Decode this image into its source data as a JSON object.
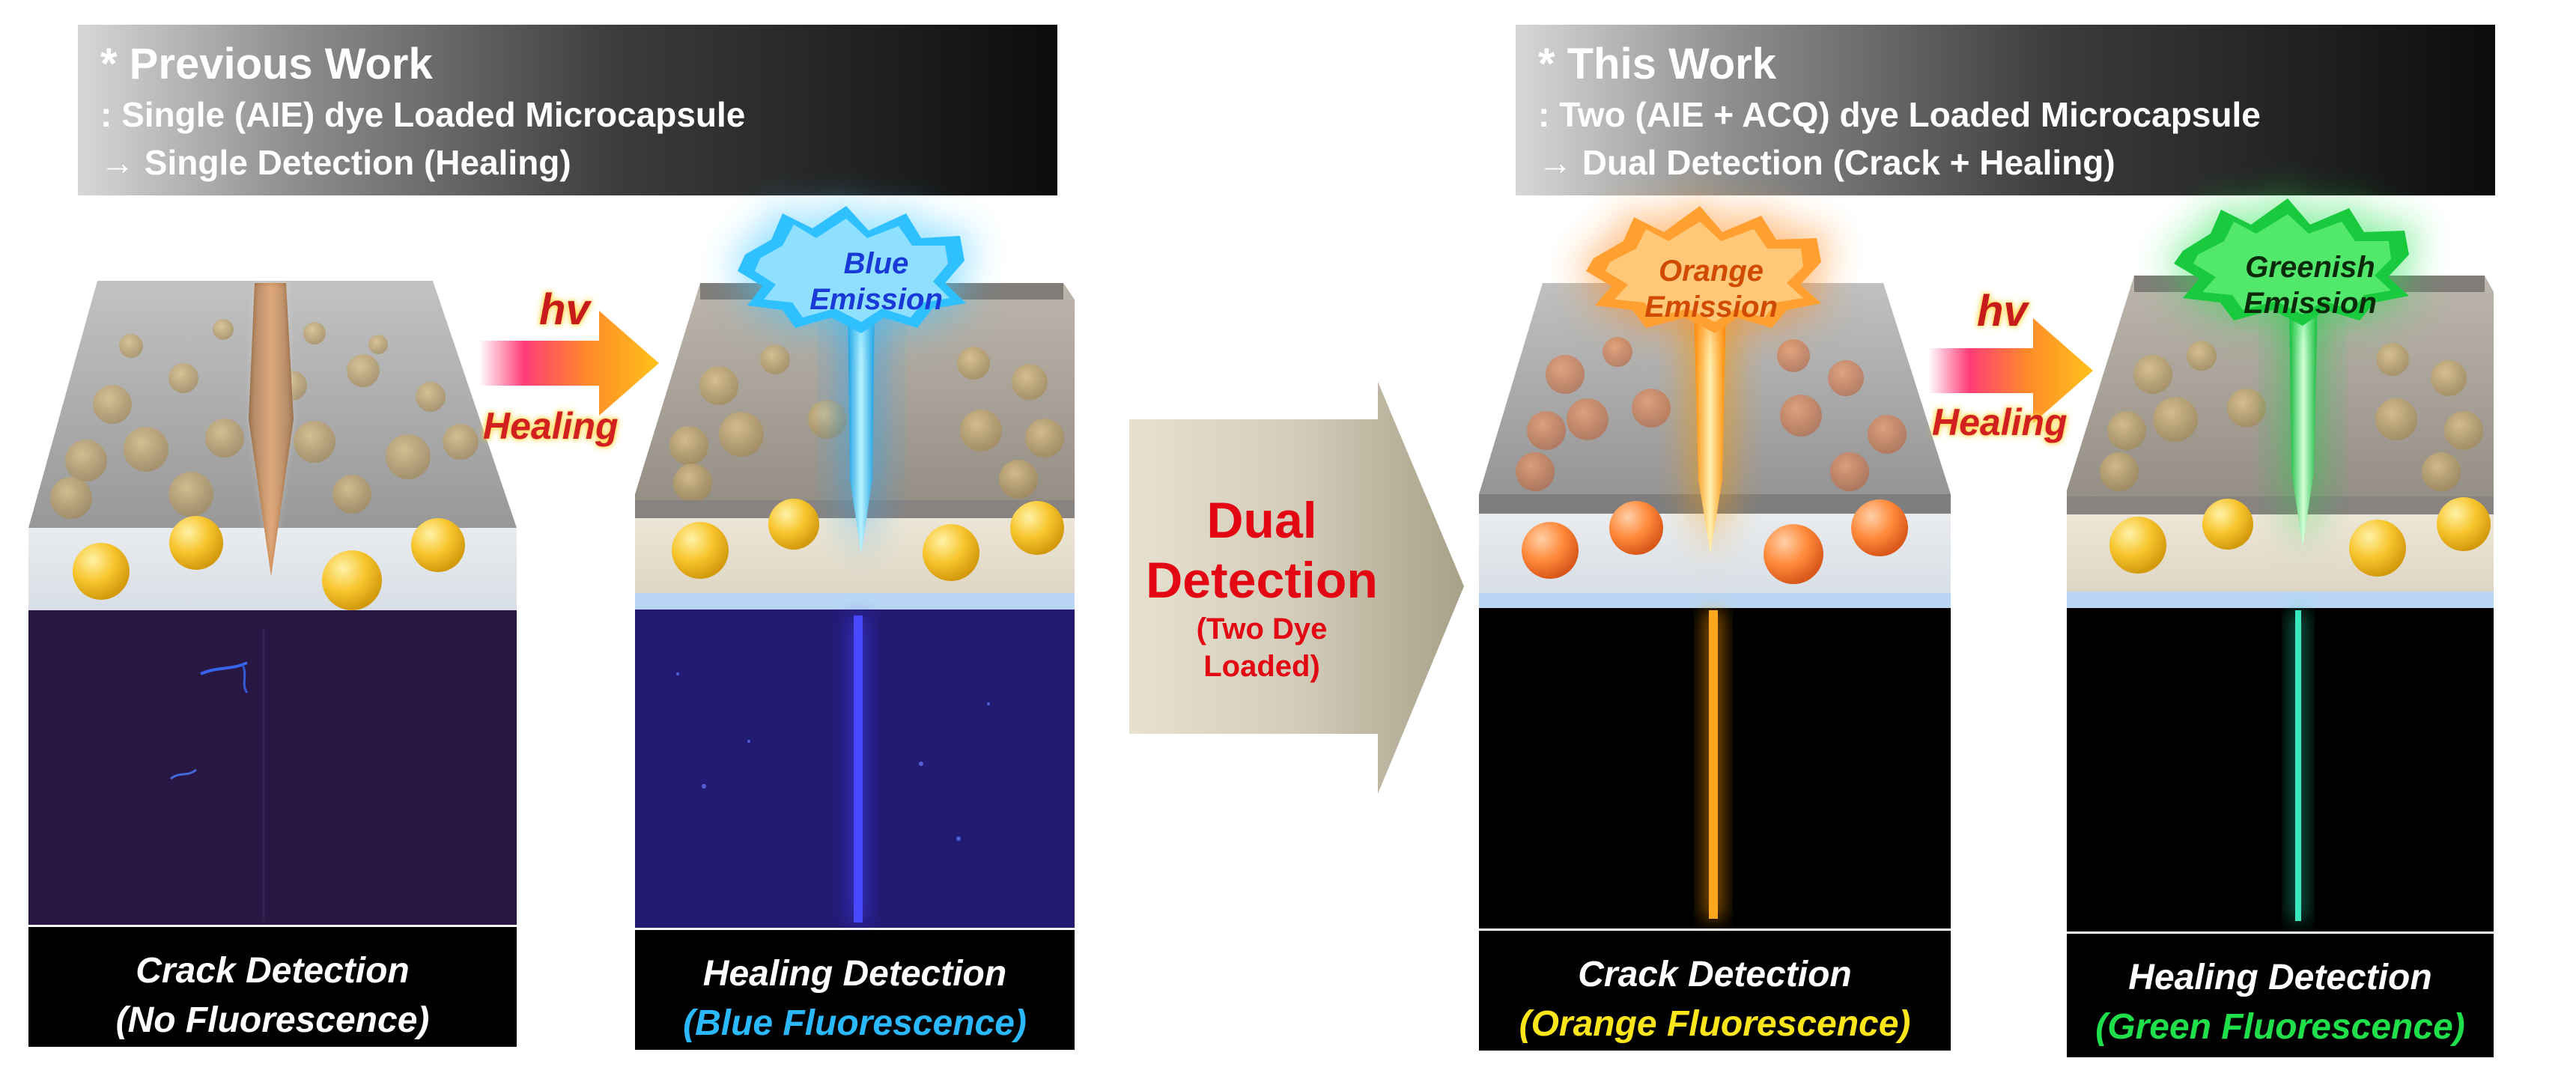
{
  "previous": {
    "title": "* Previous Work",
    "line1": ": Single (AIE) dye Loaded Microcapsule",
    "line2": "→ Single Detection (Healing)"
  },
  "this_work": {
    "title": "* This Work",
    "line1": ": Two (AIE + ACQ) dye Loaded Microcapsule",
    "line2": "→ Dual Detection (Crack + Healing)"
  },
  "arrows": {
    "hv": "hv",
    "healing": "Healing"
  },
  "center": {
    "line1": "Dual",
    "line2": "Detection",
    "line3": "(Two Dye",
    "line4": "Loaded)"
  },
  "panels": [
    {
      "caption1": "Crack Detection",
      "caption2": "(No Fluorescence)",
      "emission": []
    },
    {
      "caption1": "Healing Detection",
      "caption2": "(Blue Fluorescence)",
      "emission": [
        "Blue",
        "Emission"
      ]
    },
    {
      "caption1": "Crack Detection",
      "caption2": "(Orange Fluorescence)",
      "emission": [
        "Orange",
        "Emission"
      ]
    },
    {
      "caption1": "Healing Detection",
      "caption2": "(Green Fluorescence)",
      "emission": [
        "Greenish",
        "Emission"
      ]
    }
  ],
  "colors": {
    "red_text": "#e30613",
    "blue": "#2ab8ff",
    "orange": "#ff9a00",
    "green": "#1fe04a",
    "yellow": "#ffe61a"
  }
}
